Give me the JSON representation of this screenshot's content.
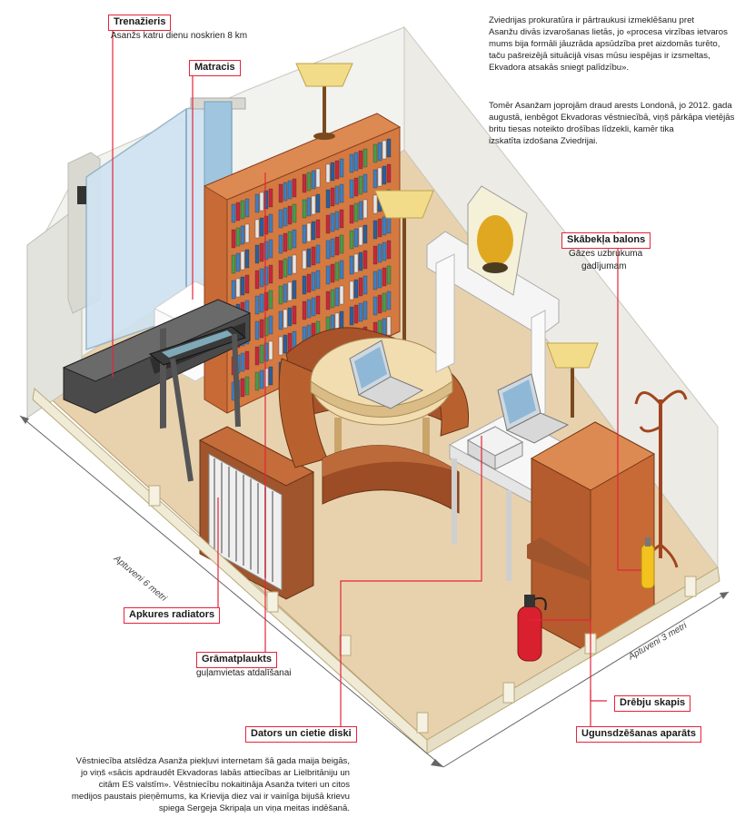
{
  "colors": {
    "accent": "#e5243b",
    "floor": "#e8d2ae",
    "wood": "#c86a36",
    "wall": "#efefea"
  },
  "labels": {
    "treadmill": {
      "title": "Trenažieris",
      "subtitle": "Asanžs katru dienu noskrien 8 km"
    },
    "mattress": {
      "title": "Matracis"
    },
    "oxygen": {
      "title": "Skābekļa balons",
      "subtitle_line1": "Gāzes uzbrukuma",
      "subtitle_line2": "gadījumam"
    },
    "radiator": {
      "title": "Apkures radiators"
    },
    "bookshelf": {
      "title": "Grāmatplaukts",
      "subtitle": "guļamvietas atdalīšanai"
    },
    "computer": {
      "title": "Dators un cietie diski"
    },
    "wardrobe": {
      "title": "Drēbju skapis"
    },
    "extinguisher": {
      "title": "Ugunsdzēšanas aparāts"
    }
  },
  "dimensions": {
    "length": "Aptuveni 6 metri",
    "width": "Aptuveni 3 metri"
  },
  "text": {
    "top_p1": "Zviedrijas prokuratūra ir pārtraukusi izmeklēšanu pret\nAsanžu divās izvarošanas lietās, jo «procesa virzības ietvaros\nmums bija formāli jāuzrāda apsūdzība pret aizdomās turēto,\ntaču pašreizējā situācijā visas mūsu iespējas ir izsmeltas,\nEkvadora atsakās sniegt palīdzību».",
    "top_p2": "Tomēr Asanžam joprojām draud arests Londonā, jo 2012. gada\naugustā, ienbēgot Ekvadoras vēstniecībā, viņš pārkāpa vietējās\nbritu tiesas noteikto drošības līdzekli, kamēr tika\nizskatīta izdošana Zviedrijai.",
    "bottom": "Vēstniecība atslēdza Asanža piekļuvi internetam šā gada maija beigās,\njo viņš «sācis apdraudēt Ekvadoras labās attiecības ar Lielbritāniju un\ncitām ES valstīm». Vēstniecību nokaitināja Asanža tviteri un citos\nmedijos paustais pieņēmums, ka Krievija diez vai ir vainīga bijušā krievu\nspiega Sergeja Skripaļa un viņa meitas indēšanā."
  }
}
